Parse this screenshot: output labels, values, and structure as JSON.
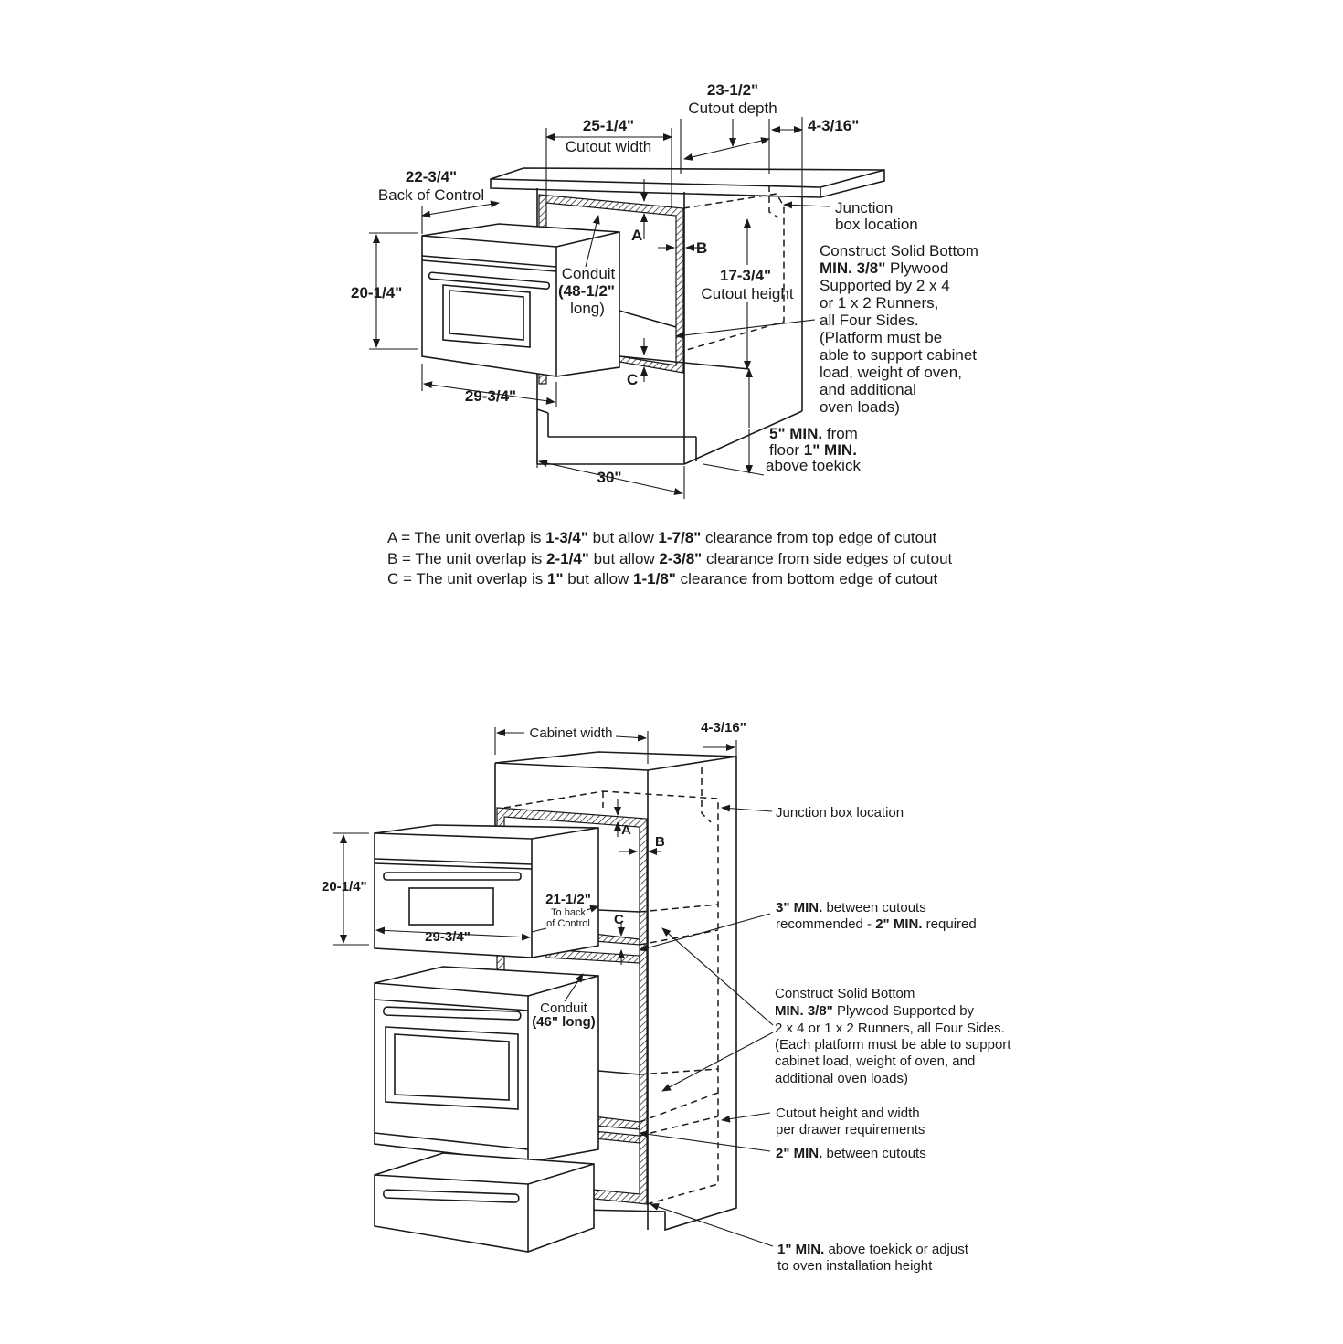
{
  "top_diagram": {
    "cutout_depth": {
      "value": "23-1/2\"",
      "label": "Cutout depth"
    },
    "cutout_width": {
      "value": "25-1/4\"",
      "label": "Cutout width"
    },
    "rear_offset": "4-3/16\"",
    "back_of_control": {
      "value": "22-3/4\"",
      "label": "Back of Control"
    },
    "junction_box": {
      "line1": "Junction",
      "line2": "box location"
    },
    "oven_height": "20-1/4\"",
    "conduit": {
      "line1": "Conduit",
      "line2": "(48-1/2\"",
      "line3": "long)"
    },
    "cutout_height": {
      "value": "17-3/4\"",
      "label": "Cutout height"
    },
    "oven_depth": "29-3/4\"",
    "cabinet_width": "30\"",
    "floor_clearance": {
      "bold1": "5\" MIN.",
      "rest1": " from",
      "pre2": "floor ",
      "bold2": "1\" MIN.",
      "line3": "above toekick"
    },
    "construct_note": {
      "line1": "Construct Solid Bottom",
      "line2_bold": "MIN. 3/8\"",
      "line2_rest": " Plywood",
      "line3": "Supported by 2 x 4",
      "line4": "or 1 x 2 Runners,",
      "line5": "all Four Sides.",
      "line6": "(Platform must be",
      "line7": "able to support cabinet",
      "line8": "load, weight of oven,",
      "line9": "and additional",
      "line10": "oven loads)"
    },
    "marker_a": "A",
    "marker_b": "B",
    "marker_c": "C"
  },
  "overlap_notes": [
    {
      "prefix": "A = The unit overlap is ",
      "overlap": "1-3/4\"",
      "middle": " but allow ",
      "clearance": "1-7/8\"",
      "suffix": " clearance from top edge of cutout"
    },
    {
      "prefix": "B = The unit overlap is ",
      "overlap": "2-1/4\"",
      "middle": " but allow ",
      "clearance": "2-3/8\"",
      "suffix": " clearance from side edges of cutout"
    },
    {
      "prefix": "C = The unit overlap is ",
      "overlap": "1\"",
      "middle": " but allow ",
      "clearance": "1-1/8\"",
      "suffix": " clearance from bottom edge of cutout"
    }
  ],
  "bottom_diagram": {
    "cabinet_width": "Cabinet width",
    "rear_offset": "4-3/16\"",
    "junction_box": "Junction box location",
    "oven_height": "20-1/4\"",
    "oven_depth": "29-3/4\"",
    "to_back_of_control": {
      "value": "21-1/2\"",
      "line1": "To back",
      "line2": "of Control"
    },
    "between_cutouts_top": {
      "value_bold": "3\" MIN.",
      "rest1": " between cutouts",
      "pre2": "recommended - ",
      "bold2": "2\" MIN.",
      "rest2": " required"
    },
    "conduit": {
      "line1": "Conduit",
      "line2": "(46\" long)"
    },
    "construct_note": {
      "line1": "Construct Solid Bottom",
      "line2_bold": "MIN. 3/8\"",
      "line2_rest": " Plywood Supported by",
      "line3": "2 x 4 or 1 x 2 Runners, all Four Sides.",
      "line4": "(Each platform must be able to support",
      "line5": "cabinet load, weight of oven, and",
      "line6": "additional oven loads)"
    },
    "drawer_cutout": {
      "line1": "Cutout height and width",
      "line2": "per drawer requirements"
    },
    "between_cutouts_bottom": {
      "bold": "2\" MIN.",
      "rest": " between cutouts"
    },
    "toekick": {
      "bold": "1\" MIN.",
      "rest": " above toekick or adjust",
      "line2": "to oven installation height"
    },
    "marker_a": "A",
    "marker_b": "B",
    "marker_c": "C"
  }
}
